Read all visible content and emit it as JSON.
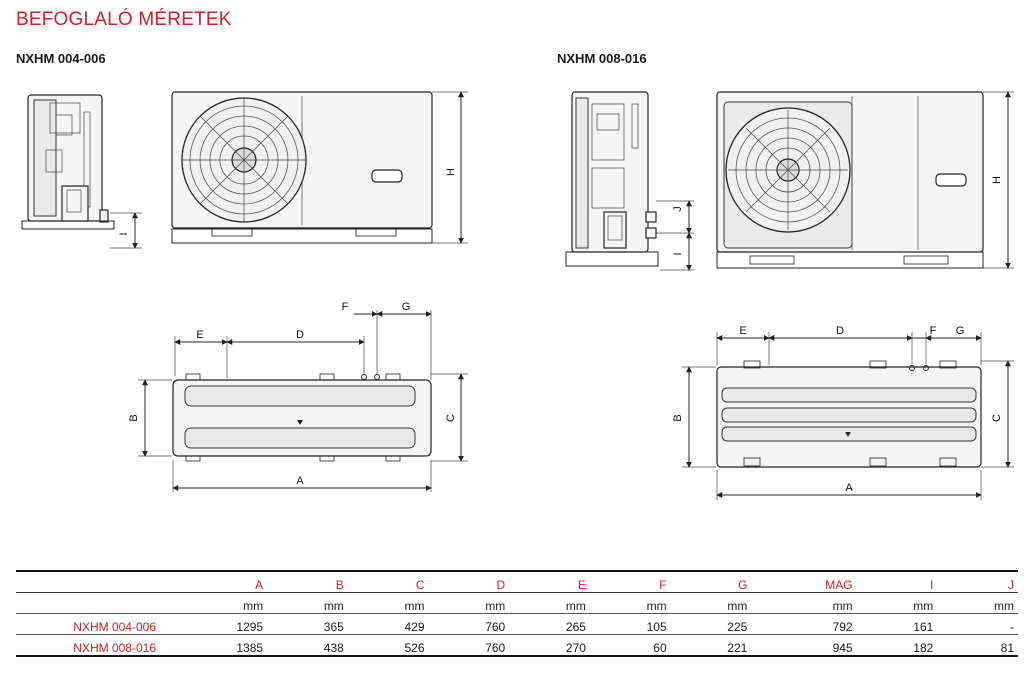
{
  "page": {
    "title": "BEFOGLALÓ MÉRETEK",
    "model_a": "NXHM 004-006",
    "model_b": "NXHM 008-016"
  },
  "dimension_letters": {
    "a": "A",
    "b": "B",
    "c": "C",
    "d": "D",
    "e": "E",
    "f": "F",
    "g": "G",
    "h": "H",
    "i": "I",
    "j": "J"
  },
  "table": {
    "columns": [
      "A",
      "B",
      "C",
      "D",
      "E",
      "F",
      "G",
      "MAG",
      "I",
      "J"
    ],
    "units": [
      "mm",
      "mm",
      "mm",
      "mm",
      "mm",
      "mm",
      "mm",
      "mm",
      "mm",
      "mm"
    ],
    "rows": [
      {
        "model": "NXHM 004-006",
        "values": [
          "1295",
          "365",
          "429",
          "760",
          "265",
          "105",
          "225",
          "792",
          "161",
          "-"
        ]
      },
      {
        "model": "NXHM 008-016",
        "values": [
          "1385",
          "438",
          "526",
          "760",
          "270",
          "60",
          "221",
          "945",
          "182",
          "81"
        ]
      }
    ]
  }
}
